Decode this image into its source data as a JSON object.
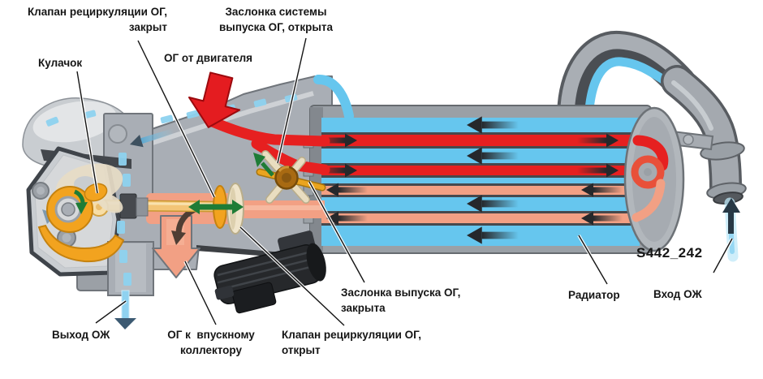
{
  "figure": {
    "code": "S442_242",
    "labels": {
      "valve_closed_line1": "Клапан рециркуляции ОГ,",
      "valve_closed_line2": "закрыт",
      "flap_open_line1": "Заслонка системы",
      "flap_open_line2": "выпуска ОГ, открыта",
      "cam": "Кулачок",
      "exhaust_from_engine": "ОГ от двигателя",
      "coolant_out": "Выход ОЖ",
      "exhaust_to_intake_line1": "ОГ к  впускному",
      "exhaust_to_intake_line2": "коллектору",
      "valve_open_line1": "Клапан рециркуляции ОГ,",
      "valve_open_line2": "открыт",
      "flap_closed_line1": "Заслонка выпуска ОГ,",
      "flap_closed_line2": "закрыта",
      "radiator": "Радиатор",
      "coolant_in": "Вход ОЖ"
    },
    "colors": {
      "exhaust_hot": "#e62020",
      "exhaust_cooled": "#f2a084",
      "coolant": "#66c6ee",
      "body_gray": "#a9aeb5",
      "cam_orange": "#f2a31f",
      "flow_green": "#1e7c36",
      "text": "#161616"
    }
  }
}
